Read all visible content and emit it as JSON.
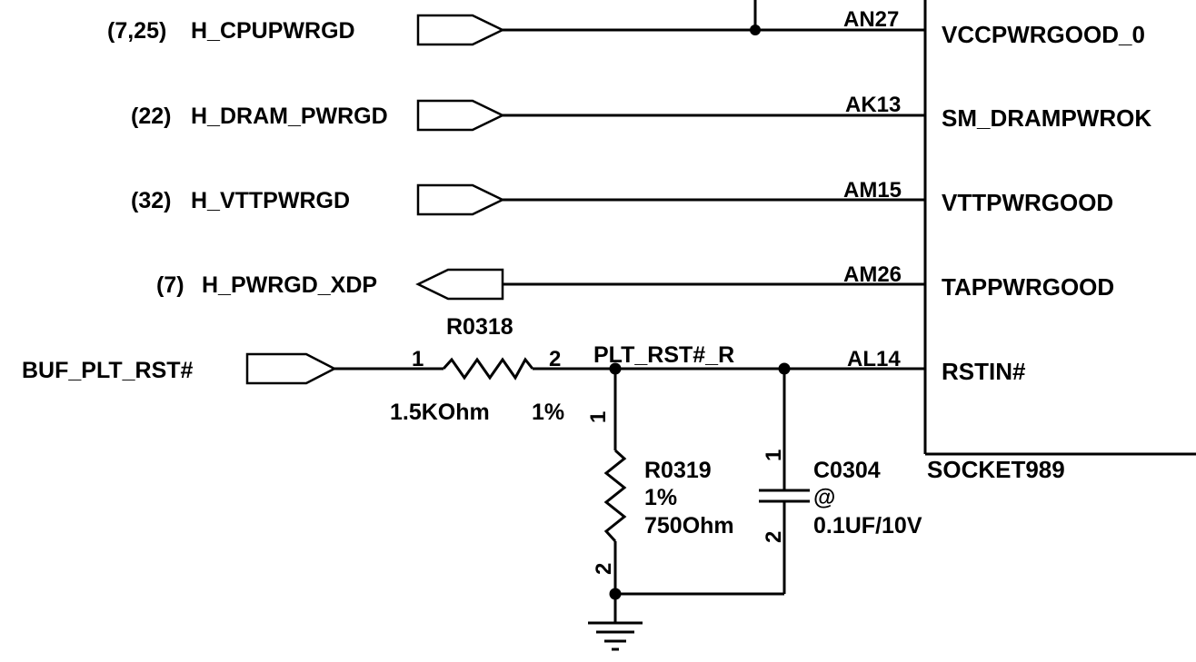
{
  "nets": [
    {
      "ref": "(7,25)",
      "name": "H_CPUPWRGD",
      "pin": "AN27",
      "signal": "VCCPWRGOOD_0",
      "dir": "in"
    },
    {
      "ref": "(22)",
      "name": "H_DRAM_PWRGD",
      "pin": "AK13",
      "signal": "SM_DRAMPWROK",
      "dir": "in"
    },
    {
      "ref": "(32)",
      "name": "H_VTTPWRGD",
      "pin": "AM15",
      "signal": "VTTPWRGOOD",
      "dir": "in"
    },
    {
      "ref": "(7)",
      "name": "H_PWRGD_XDP",
      "pin": "AM26",
      "signal": "TAPPWRGOOD",
      "dir": "out"
    }
  ],
  "reset": {
    "name": "BUF_PLT_RST#",
    "pin": "AL14",
    "signal": "RSTIN#",
    "node": "PLT_RST#_R"
  },
  "socket": "SOCKET989",
  "r0318": {
    "ref": "R0318",
    "value": "1.5KOhm",
    "tol": "1%",
    "pin1": "1",
    "pin2": "2"
  },
  "r0319": {
    "ref": "R0319",
    "tol": "1%",
    "value": "750Ohm",
    "pin1": "1",
    "pin2": "2"
  },
  "c0304": {
    "ref": "C0304",
    "opt": "@",
    "value": "0.1UF/10V",
    "pin1": "1",
    "pin2": "2"
  }
}
